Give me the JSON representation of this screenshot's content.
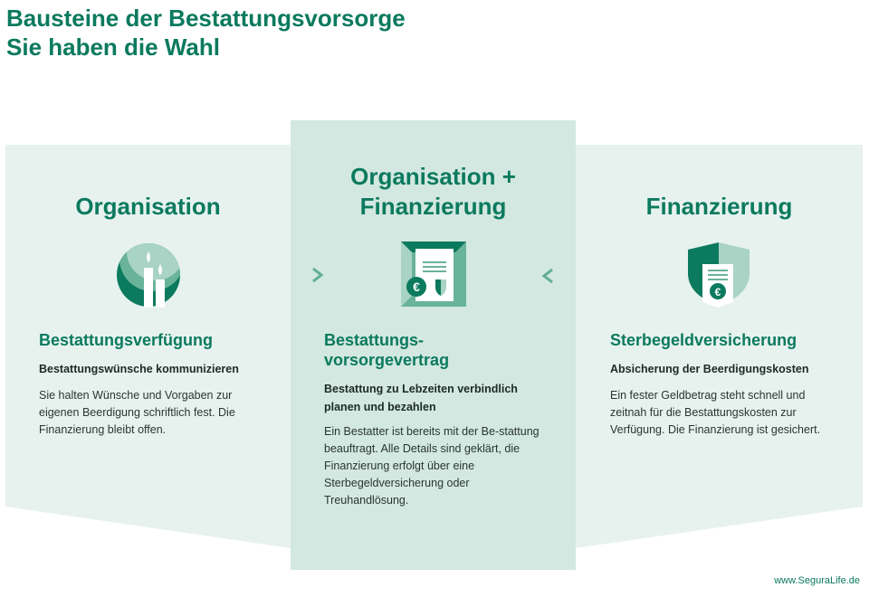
{
  "title": {
    "line1": "Bausteine der Bestattungsvorsorge",
    "line2": "Sie haben die Wahl"
  },
  "columns": [
    {
      "heading": "Organisation",
      "icon": "candles-icon",
      "subtitle": "Bestattungsverfügung",
      "lead": "Bestattungswünsche kommunizieren",
      "body": "Sie halten Wünsche und Vorgaben zur eigenen Beerdigung schriftlich fest. Die Finanzierung bleibt offen."
    },
    {
      "heading": "Organisation + Finanzierung",
      "icon": "contract-euro-shield-icon",
      "subtitle": "Bestattungs-vorsorgevertrag",
      "lead": "Bestattung zu Lebzeiten verbindlich planen und bezahlen",
      "body": "Ein Bestatter ist bereits mit der Be-stattung beauftragt. Alle Details sind geklärt, die Finanzierung erfolgt über eine Sterbegeldversicherung oder Treuhandlösung."
    },
    {
      "heading": "Finanzierung",
      "icon": "shield-document-euro-icon",
      "subtitle": "Sterbegeldversicherung",
      "lead": "Absicherung der Beerdigungskosten",
      "body": "Ein fester Geldbetrag steht schnell und zeitnah für die Bestattungskosten zur Verfügung. Die Finanzierung ist gesichert."
    }
  ],
  "footer": "www.SeguraLife.de",
  "colors": {
    "accent": "#0b7a5e",
    "side_panel": "#e7f2ef",
    "center_panel": "#d3e8e0"
  }
}
